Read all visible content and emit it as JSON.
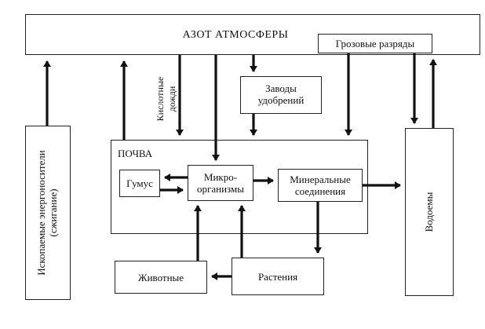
{
  "nodes": {
    "atmosphere": "АЗОТ АТМОСФЕРЫ",
    "lightning": "Грозовые разряды",
    "fossil": [
      "Ископаемые энергоносители",
      "(сжигание)"
    ],
    "acid_rain": [
      "Кислотные",
      "дожди"
    ],
    "fertilizer_plants": [
      "Заводы",
      "удобрений"
    ],
    "soil": "ПОЧВА",
    "humus": "Гумус",
    "microorganisms": [
      "Микро-",
      "организмы"
    ],
    "minerals": [
      "Минеральные",
      "соединения"
    ],
    "water_bodies": "Водоемы",
    "animals": "Животные",
    "plants": "Растения"
  }
}
